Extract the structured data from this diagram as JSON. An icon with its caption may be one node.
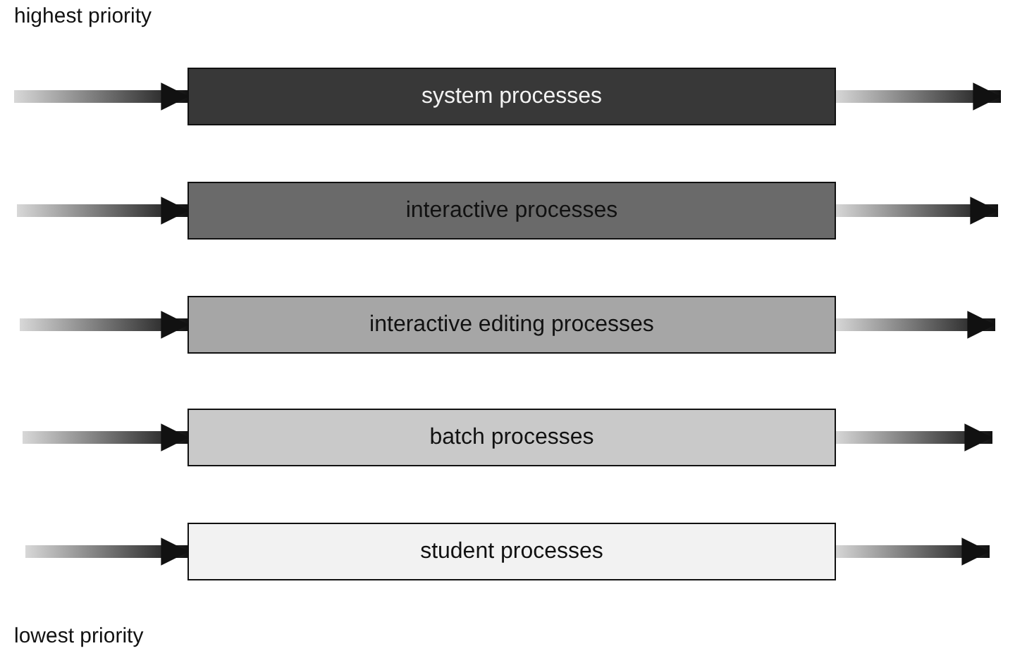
{
  "diagram": {
    "nodes": [
      {
        "text": [
          "system processes"
        ]
      },
      {
        "text": [
          "interactive processes"
        ]
      },
      {
        "text": [
          "interactive editing processes"
        ]
      },
      {
        "text": [
          "batch processes"
        ]
      },
      {
        "text": [
          "student processes"
        ]
      }
    ],
    "edges": [
      {
        "from": null,
        "to": 0,
        "arrow": "to"
      },
      {
        "from": 0,
        "to": null,
        "arrow": "to"
      },
      {
        "from": null,
        "to": 1,
        "arrow": "to"
      },
      {
        "from": 1,
        "to": null,
        "arrow": "to"
      },
      {
        "from": null,
        "to": 2,
        "arrow": "to"
      },
      {
        "from": 2,
        "to": null,
        "arrow": "to"
      },
      {
        "from": null,
        "to": 3,
        "arrow": "to"
      },
      {
        "from": 3,
        "to": null,
        "arrow": "to"
      },
      {
        "from": null,
        "to": 4,
        "arrow": "to"
      },
      {
        "from": 4,
        "to": null,
        "arrow": "to"
      }
    ],
    "labels": [
      "highest priority",
      "lowest priority"
    ]
  }
}
